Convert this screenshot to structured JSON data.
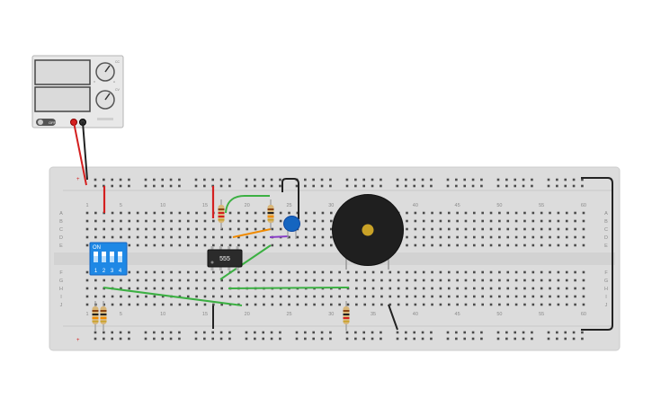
{
  "power_supply": {
    "off_label": "OFF",
    "knob1_label": "CC",
    "knob2_label": "CV",
    "knob_mark1": "V",
    "knob_mark2": "A"
  },
  "breadboard": {
    "col_labels": [
      "1",
      "5",
      "10",
      "15",
      "20",
      "25",
      "30",
      "35",
      "40",
      "45",
      "50",
      "55",
      "60"
    ],
    "row_labels_top": [
      "A",
      "B",
      "C",
      "D",
      "E"
    ],
    "row_labels_bottom": [
      "F",
      "G",
      "H",
      "I",
      "J"
    ],
    "rail_minus": "−",
    "rail_plus": "+"
  },
  "ic": {
    "label": "555"
  },
  "dip_switch": {
    "on_label": "ON",
    "numbers": [
      "1",
      "2",
      "3",
      "4"
    ]
  },
  "colors": {
    "red_wire": "#d42020",
    "black_wire": "#222222",
    "green_wire": "#3cb043",
    "orange_wire": "#f08a00",
    "purple_wire": "#8a3fc7",
    "dip_blue": "#1e88e5",
    "cap_blue": "#1565c0",
    "board": "#dcdcdc"
  }
}
